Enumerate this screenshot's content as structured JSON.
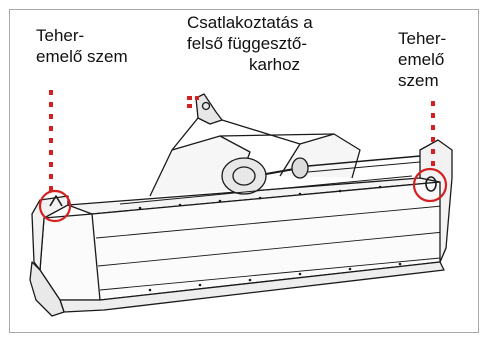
{
  "labels": {
    "left": {
      "line1": "Teher-",
      "line2": "emelő szem"
    },
    "center": {
      "line1": "Csatlakoztatás a",
      "line2": "felső függesztő-",
      "line3": "karhoz"
    },
    "right": {
      "line1": "Teher-",
      "line2": "emelő",
      "line3": "szem"
    }
  },
  "colors": {
    "callout": "#d42020",
    "outline": "#1a1a1a",
    "frame": "#a8a8a8"
  }
}
